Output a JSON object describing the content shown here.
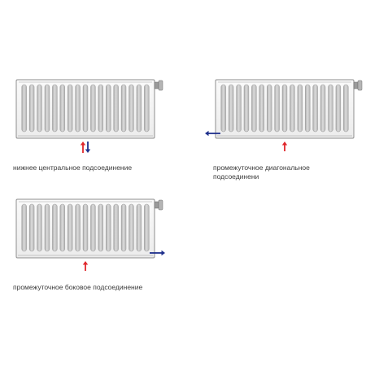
{
  "diagrams": [
    {
      "caption": "нижнее центральное подсоединение",
      "connection": "bottom-central",
      "fins": 17
    },
    {
      "caption_lines": [
        "промежуточное диагональное",
        "подсоединени"
      ],
      "connection": "intermediate-diagonal",
      "fins": 17
    },
    {
      "caption": "промежуточное боковое подсоединение",
      "connection": "intermediate-side",
      "fins": 17
    }
  ],
  "colors": {
    "supply_arrow": "#e0262b",
    "return_arrow": "#1e2f8c",
    "panel_border": "#8e8e8e",
    "fin": "#bdbdbd",
    "fin_border": "#9a9a9a"
  },
  "icons": [
    "supply-arrow-icon",
    "return-arrow-icon",
    "valve-icon"
  ]
}
